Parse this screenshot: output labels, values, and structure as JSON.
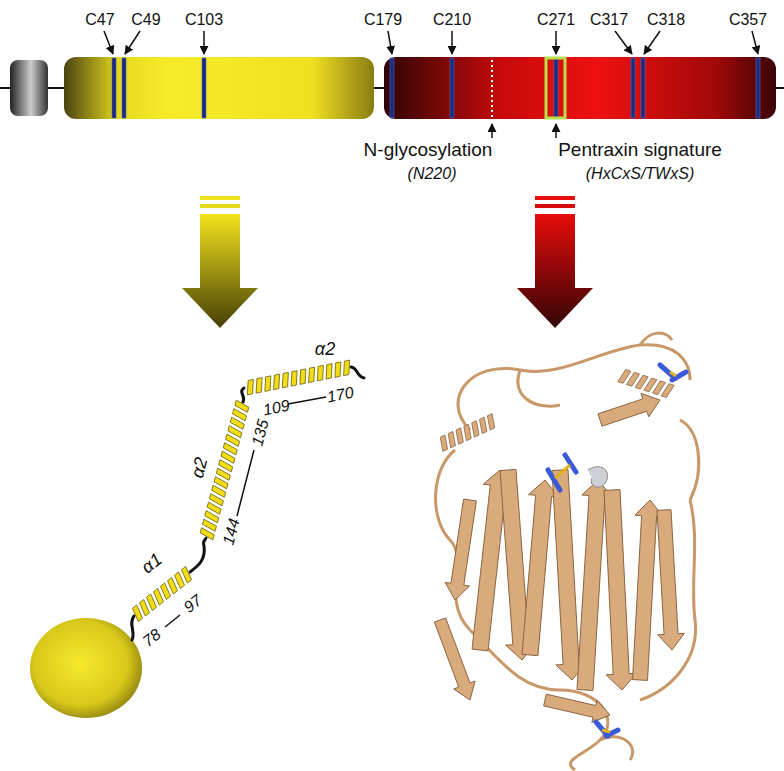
{
  "diagram": {
    "labels": [
      "C47",
      "C49",
      "C103",
      "C179",
      "C210",
      "C271",
      "C317",
      "C318",
      "C357",
      "N-glycosylation",
      "(N220)",
      "Pentraxin signature",
      "(HxCxS/TWxS)",
      "α2",
      "109",
      "170",
      "α2",
      "135",
      "144",
      "α1",
      "97",
      "78"
    ]
  }
}
